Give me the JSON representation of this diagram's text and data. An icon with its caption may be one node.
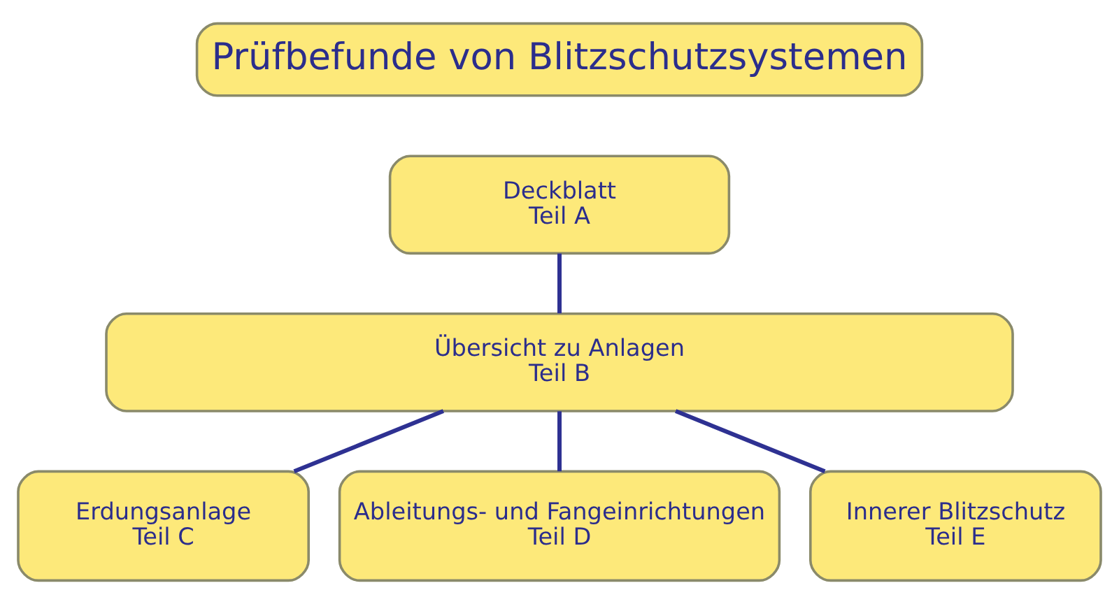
{
  "diagram": {
    "nodes": [
      {
        "text": [
          "Prüfbefunde von Blitzschutzsystemen"
        ]
      },
      {
        "text": [
          "Deckblatt",
          "Teil A"
        ]
      },
      {
        "text": [
          "Übersicht zu Anlagen",
          "Teil B"
        ]
      },
      {
        "text": [
          "Erdungsanlage",
          "Teil C"
        ]
      },
      {
        "text": [
          "Ableitungs- und Fangeinrichtungen",
          "Teil D"
        ]
      },
      {
        "text": [
          "Innerer Blitzschutz",
          "Teil E"
        ]
      }
    ],
    "edges": [
      {
        "from": 1,
        "to": 2,
        "arrow": "none"
      },
      {
        "from": 2,
        "to": 3,
        "arrow": "none"
      },
      {
        "from": 2,
        "to": 4,
        "arrow": "none"
      },
      {
        "from": 2,
        "to": 5,
        "arrow": "none"
      }
    ]
  }
}
